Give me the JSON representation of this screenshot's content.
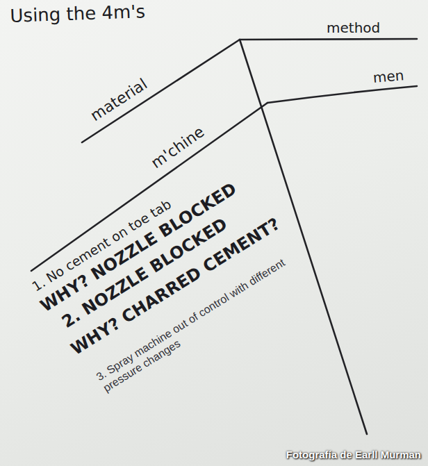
{
  "diagram": {
    "title": "Using the 4m's",
    "labels": [
      "method",
      "material",
      "men",
      "m'chine",
      "1. No cement on toe tab",
      "WHY? NOZZLE BLOCKED",
      "2. NOZZLE BLOCKED",
      "WHY? CHARRED CEMENT?",
      "3. Spray machine out of control with different pressure changes",
      "Fotografía de Earll Murman"
    ]
  }
}
